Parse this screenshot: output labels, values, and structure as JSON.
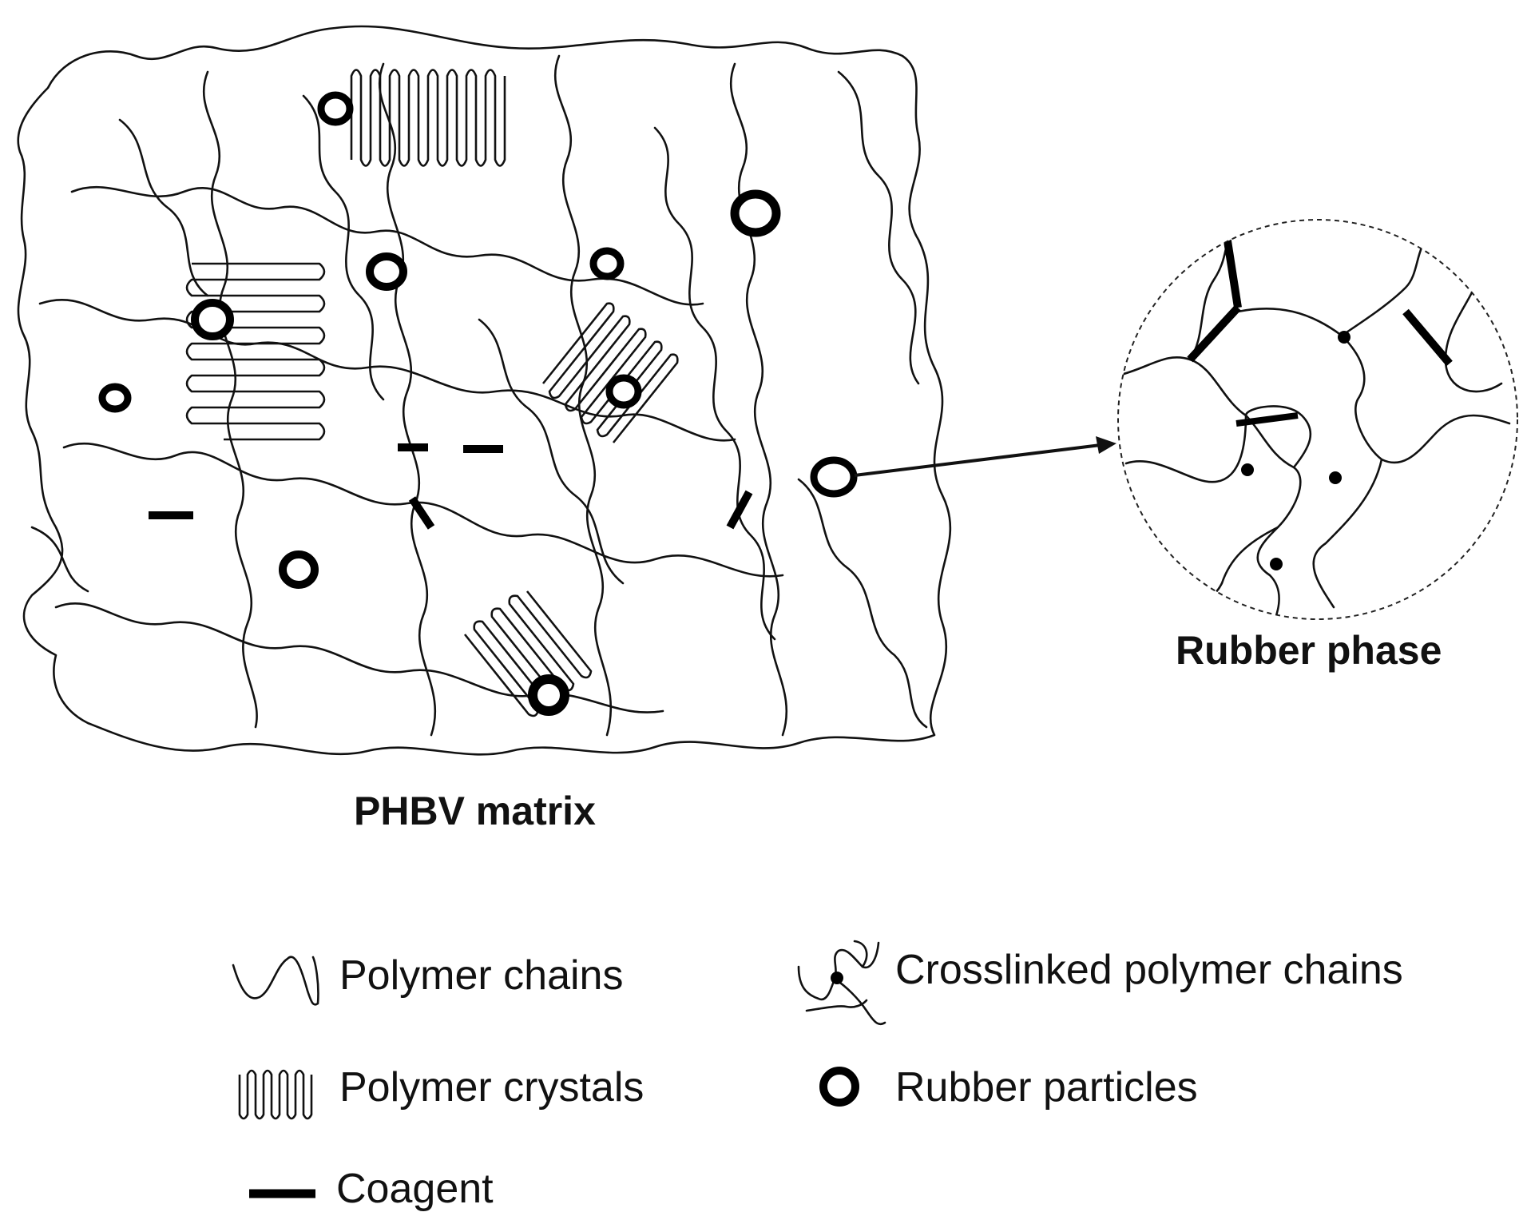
{
  "labels": {
    "matrix": "PHBV matrix",
    "rubber_phase": "Rubber phase"
  },
  "legend": {
    "polymer_chains": "Polymer chains",
    "crosslinked_chains": "Crosslinked polymer chains",
    "polymer_crystals": "Polymer crystals",
    "rubber_particles": "Rubber particles",
    "coagent": "Coagent"
  },
  "colors": {
    "line": "#111111",
    "background": "#ffffff"
  }
}
